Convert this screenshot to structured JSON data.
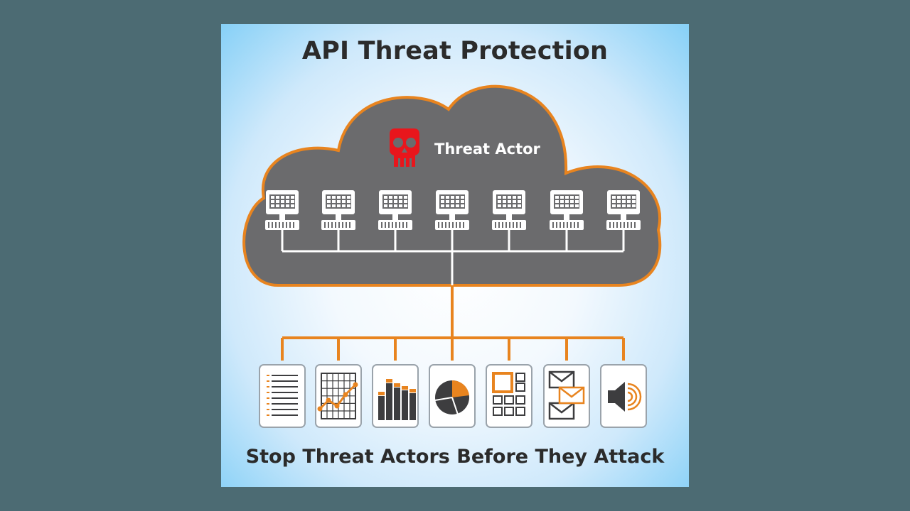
{
  "header": {
    "title": "API Threat Protection"
  },
  "cloud": {
    "actor_label": "Threat Actor",
    "server_count": 7
  },
  "footer": {
    "tagline": "Stop Threat Actors Before They Attack"
  },
  "apps": [
    {
      "icon": "document-list-icon"
    },
    {
      "icon": "line-chart-icon"
    },
    {
      "icon": "bar-chart-icon"
    },
    {
      "icon": "pie-chart-icon"
    },
    {
      "icon": "grid-squares-icon"
    },
    {
      "icon": "mail-icon"
    },
    {
      "icon": "speaker-icon"
    }
  ],
  "colors": {
    "orange": "#e8841f",
    "cloud": "#6b6b6d",
    "skull": "#e8161c",
    "text": "#2b2b2b"
  }
}
